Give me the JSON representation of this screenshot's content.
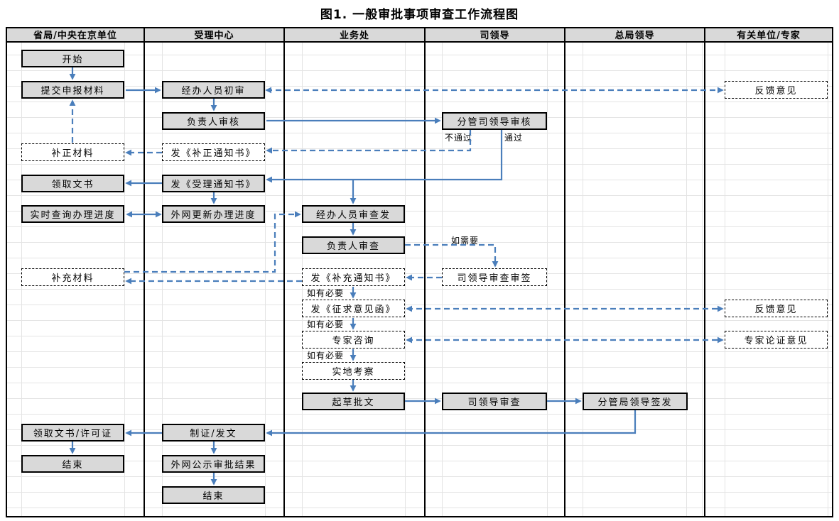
{
  "title": "图1. 一般审批事项审查工作流程图",
  "lanes": [
    "省局/中央在京单位",
    "受理中心",
    "业务处",
    "司领导",
    "总局领导",
    "有关单位/专家"
  ],
  "nodes": [
    {
      "label": "开始"
    },
    {
      "label": "提交申报材料"
    },
    {
      "label": "补正材料"
    },
    {
      "label": "领取文书"
    },
    {
      "label": "实时查询办理进度"
    },
    {
      "label": "补充材料"
    },
    {
      "label": "领取文书/许可证"
    },
    {
      "label": "结束"
    },
    {
      "label": "经办人员初审"
    },
    {
      "label": "负责人审核"
    },
    {
      "label": "发《补正通知书》"
    },
    {
      "label": "发《受理通知书》"
    },
    {
      "label": "外网更新办理进度"
    },
    {
      "label": "制证/发文"
    },
    {
      "label": "外网公示审批结果"
    },
    {
      "label": "结束"
    },
    {
      "label": "经办人员审查发"
    },
    {
      "label": "负责人审查"
    },
    {
      "label": "发《补充通知书》"
    },
    {
      "label": "发《征求意见函》"
    },
    {
      "label": "专家咨询"
    },
    {
      "label": "实地考察"
    },
    {
      "label": "起草批文"
    },
    {
      "label": "分管司领导审核"
    },
    {
      "label": "司领导审查审签"
    },
    {
      "label": "司领导审查"
    },
    {
      "label": "分管局领导签发"
    },
    {
      "label": "反馈意见"
    },
    {
      "label": "反馈意见"
    },
    {
      "label": "专家论证意见"
    }
  ],
  "edge_labels": {
    "fail": "不通过",
    "pass": "通过",
    "if_needed": "如需要",
    "if_necessary1": "如有必要",
    "if_necessary2": "如有必要",
    "if_necessary3": "如有必要"
  },
  "colors": {
    "arrow_blue": "#4a7ebb",
    "node_fill": "#d9d9d9",
    "border_black": "#000000",
    "grid_gray": "#e4e4e4"
  }
}
